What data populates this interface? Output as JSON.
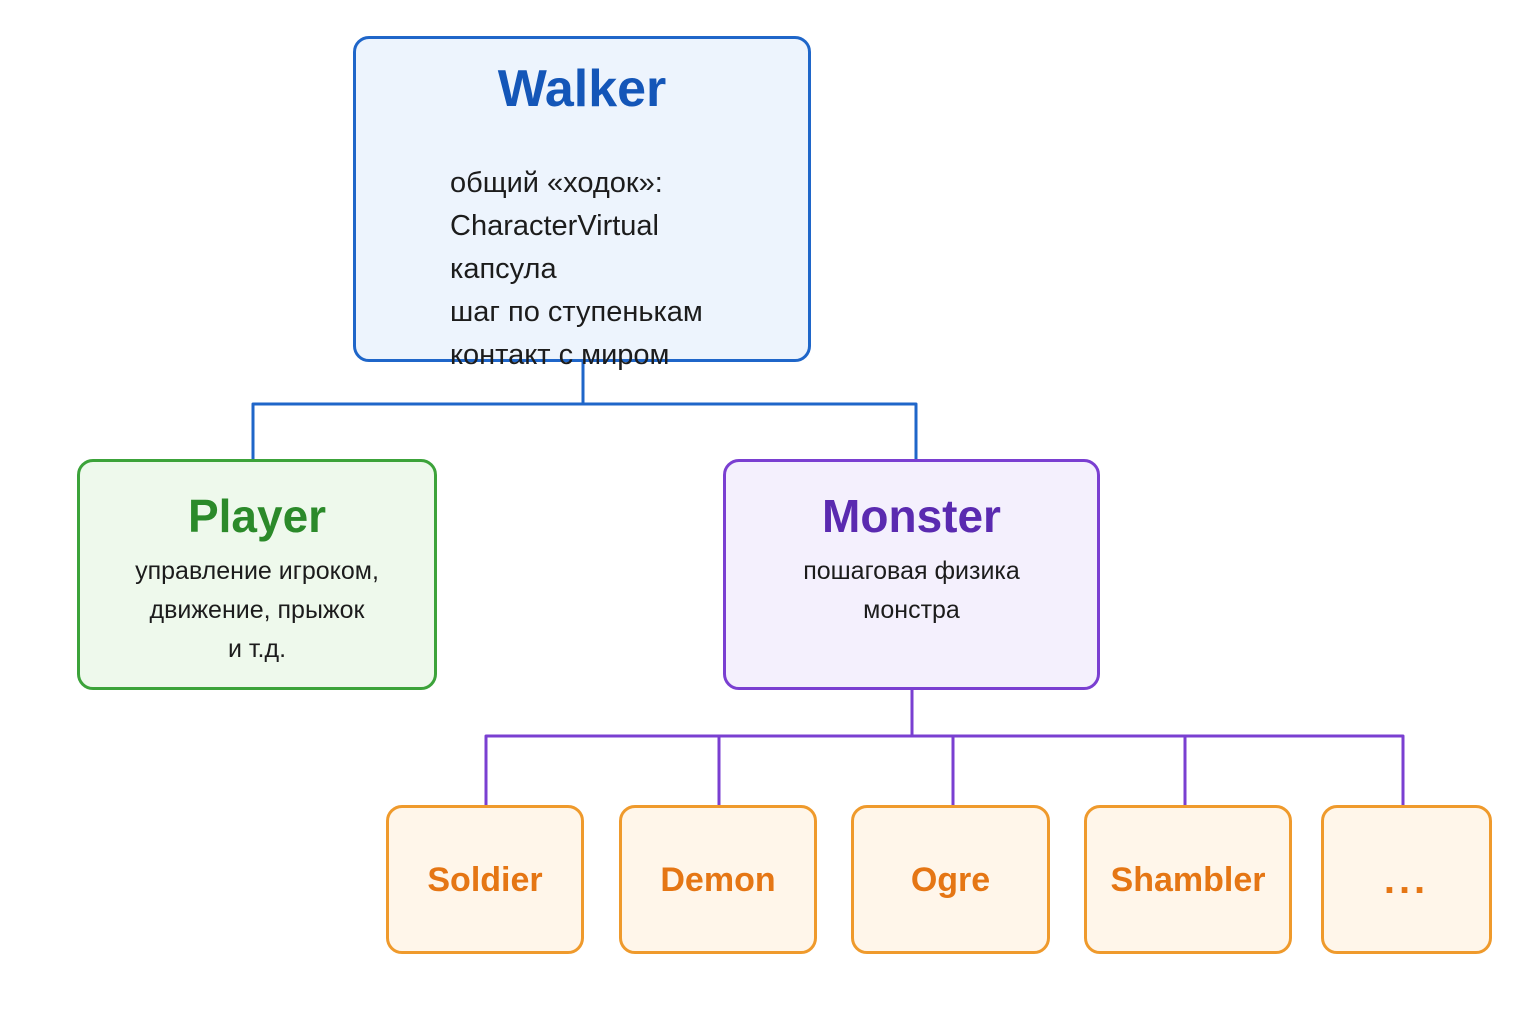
{
  "colors": {
    "walker_accent": "#1f66c9",
    "player_accent": "#3ca33a",
    "monster_accent": "#7a3fd1",
    "leaf_accent": "#ef9a2c"
  },
  "walker": {
    "title": "Walker",
    "lines": [
      "общий «ходок»:",
      "CharacterVirtual",
      "капсула",
      "шаг по ступенькам",
      "контакт с миром"
    ]
  },
  "player": {
    "title": "Player",
    "lines": [
      "управление игроком,",
      "движение, прыжок",
      "и т.д."
    ]
  },
  "monster": {
    "title": "Monster",
    "lines": [
      "пошаговая физика",
      "монстра"
    ]
  },
  "monster_types": [
    {
      "label": "Soldier"
    },
    {
      "label": "Demon"
    },
    {
      "label": "Ogre"
    },
    {
      "label": "Shambler"
    },
    {
      "label": "..."
    }
  ]
}
